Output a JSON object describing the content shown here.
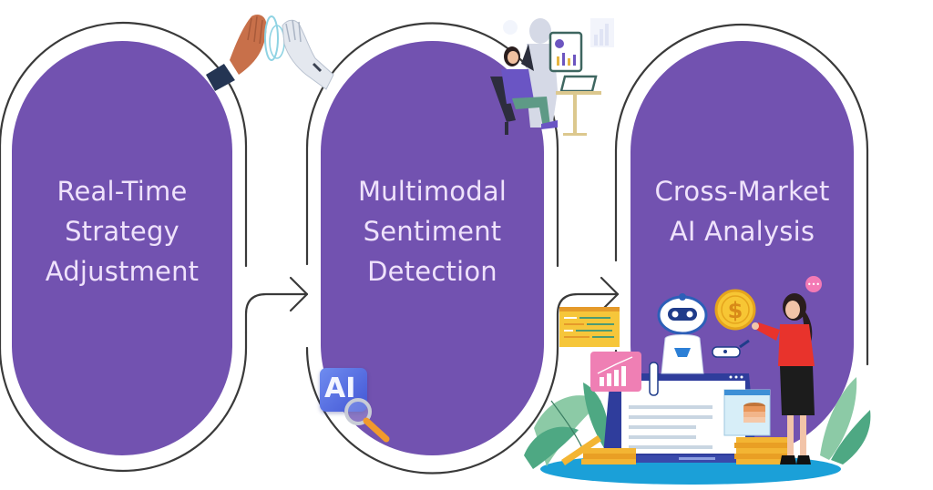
{
  "diagram": {
    "type": "process-flow",
    "steps": [
      {
        "label_lines": [
          "Real-Time",
          "Strategy",
          "Adjustment"
        ],
        "illustration": "human-robot-high-five"
      },
      {
        "label_lines": [
          "Multimodal",
          "Sentiment",
          "Detection"
        ],
        "illustration": "woman-and-robot-reviewing-charts"
      },
      {
        "label_lines": [
          "Cross-Market",
          "AI Analysis"
        ],
        "illustration": "robot-and-businesswoman-with-laptop-and-coins"
      }
    ],
    "connectors": [
      {
        "from": 0,
        "to": 1,
        "icon": "arrow-right-icon"
      },
      {
        "from": 1,
        "to": 2,
        "icon": "arrow-right-icon"
      }
    ],
    "badges": {
      "ai_search_badge_text": "AI",
      "coin_symbol": "$",
      "speech_bubble_text": "•••"
    },
    "colors": {
      "pill_fill": "#7252b0",
      "pill_text": "#efe2fb",
      "outline": "#3a3a3a",
      "background": "#ffffff"
    }
  }
}
